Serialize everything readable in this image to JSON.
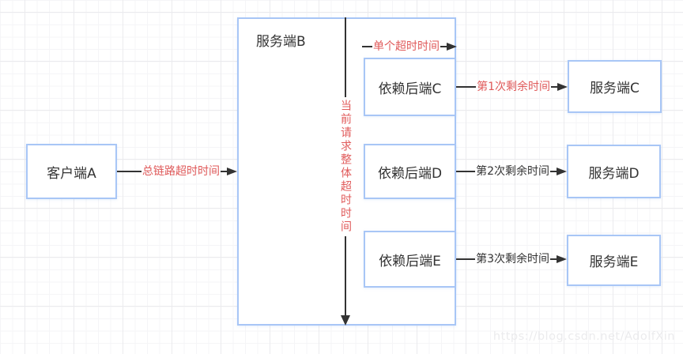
{
  "colors": {
    "box_border": "#a8c6f6",
    "line": "#333333",
    "red": "#e05a5a",
    "text": "#333333",
    "grid_minor": "#f5f5f7",
    "grid_major": "#ebebee",
    "watermark": "#ebebed"
  },
  "nodes": {
    "client_a": "客户端A",
    "server_b": "服务端B",
    "dep_backend_c": "依赖后端C",
    "dep_backend_d": "依赖后端D",
    "dep_backend_e": "依赖后端E",
    "server_c": "服务端C",
    "server_d": "服务端D",
    "server_e": "服务端E"
  },
  "edge_labels": {
    "total_link_timeout": "总链路超时时间",
    "single_timeout": "单个超时时间",
    "overall_request_timeout": "当前请求整体超时时间",
    "remaining_1": "第1次剩余时间",
    "remaining_2": "第2次剩余时间",
    "remaining_3": "第3次剩余时间"
  },
  "watermark": "https://blog.csdn.net/AdolfXin"
}
